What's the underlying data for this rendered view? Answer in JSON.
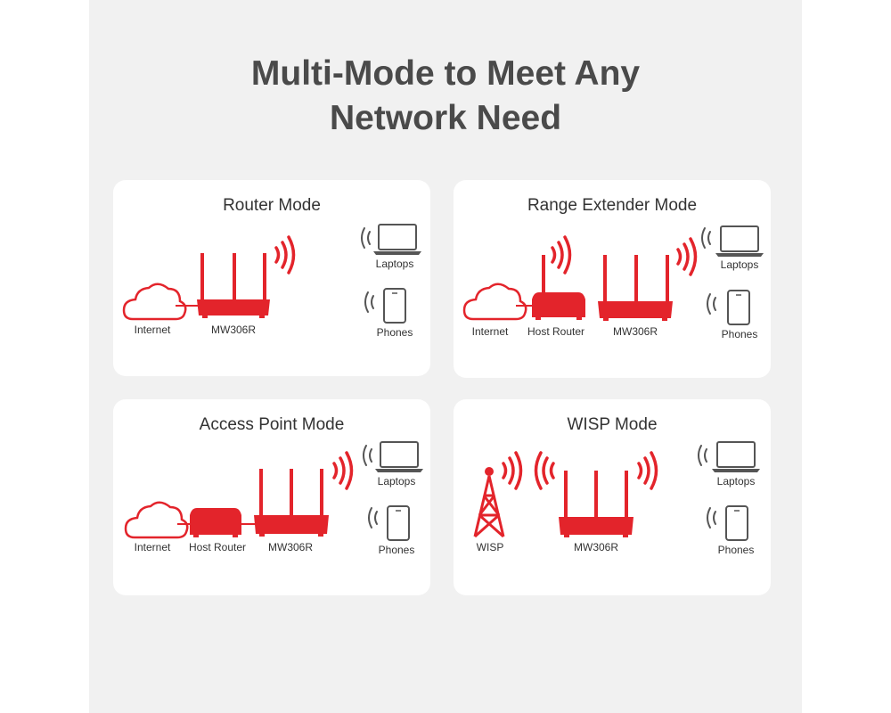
{
  "title": {
    "line1": "Multi-Mode to Meet Any",
    "line2": "Network Need"
  },
  "colors": {
    "accent": "#e3242b",
    "panel_bg": "#f1f1f1",
    "card_bg": "#ffffff",
    "text": "#333333"
  },
  "cards": {
    "router": {
      "title": "Router Mode",
      "labels": {
        "internet": "Internet",
        "device": "MW306R",
        "laptops": "Laptops",
        "phones": "Phones"
      }
    },
    "extender": {
      "title": "Range Extender Mode",
      "labels": {
        "internet": "Internet",
        "host": "Host Router",
        "device": "MW306R",
        "laptops": "Laptops",
        "phones": "Phones"
      }
    },
    "ap": {
      "title": "Access Point Mode",
      "labels": {
        "internet": "Internet",
        "host": "Host Router",
        "device": "MW306R",
        "laptops": "Laptops",
        "phones": "Phones"
      }
    },
    "wisp": {
      "title": "WISP Mode",
      "labels": {
        "wisp": "WISP",
        "device": "MW306R",
        "laptops": "Laptops",
        "phones": "Phones"
      }
    }
  }
}
